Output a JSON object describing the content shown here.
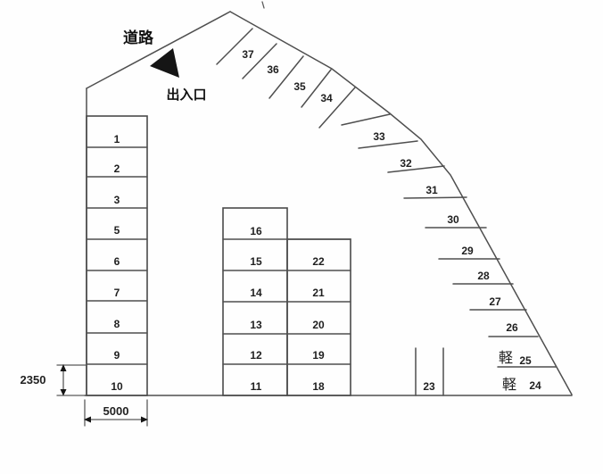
{
  "header": {
    "road_label": "道路",
    "entrance_label": "出入口"
  },
  "dimensions": {
    "stall_height_mm": "2350",
    "stall_width_mm": "5000"
  },
  "stalls": {
    "kei_mark": "軽",
    "left_column": [
      "1",
      "2",
      "3",
      "5",
      "6",
      "7",
      "8",
      "9",
      "10"
    ],
    "center_left_column": [
      "16",
      "15",
      "14",
      "13",
      "12",
      "11"
    ],
    "center_right_column": [
      "22",
      "21",
      "20",
      "19",
      "18"
    ],
    "south_row": [
      "23",
      "24",
      "25"
    ],
    "east_edge": [
      "26",
      "27",
      "28",
      "29",
      "30",
      "31",
      "32",
      "33"
    ],
    "north_edge": [
      "34",
      "35",
      "36",
      "37"
    ]
  }
}
